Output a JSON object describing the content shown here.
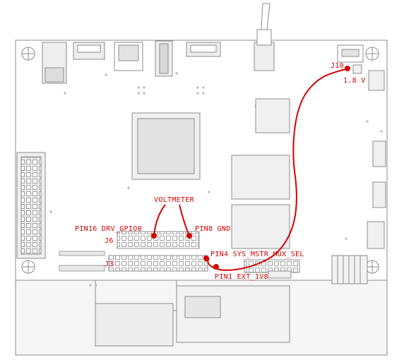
{
  "annotations": {
    "voltmeter": "VOLTMETER",
    "pin16": "PIN16 DRV_GPIO0",
    "pin8": "PIN8 GND",
    "pin4": "PIN4 SYS_MSTR_MUX_SEL",
    "pin1": "PIN1 EXT_1V8",
    "j10": "J10",
    "voltage": "1.8 V"
  },
  "headers": {
    "j6": "J6",
    "j3": "J3"
  },
  "colors": {
    "annotation": "#d40000",
    "outline": "#8c8c8c",
    "fill": "#eeeeee"
  }
}
